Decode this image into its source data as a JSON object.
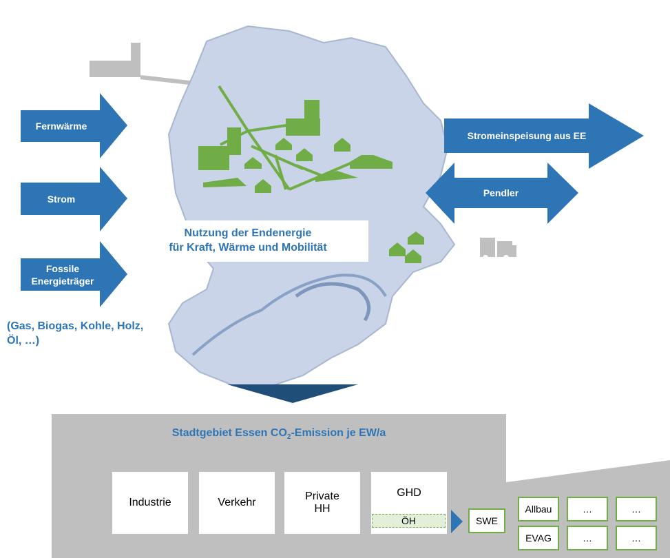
{
  "colors": {
    "arrow": "#2e75b6",
    "green": "#70ad47",
    "gray": "#bfbfbf",
    "map": "#c8d2e6"
  },
  "inputs": [
    {
      "label": "Fernwärme"
    },
    {
      "label": "Strom"
    },
    {
      "label": "Fossile Energieträger"
    }
  ],
  "fossil_examples": "(Gas, Biogas, Kohle, Holz, Öl, …)",
  "outputs": {
    "feed_in": "Stromeinspeisung aus EE",
    "commuters": "Pendler"
  },
  "center_label": {
    "line1": "Nutzung der Endenergie",
    "line2": "für Kraft, Wärme und Mobilität"
  },
  "emissions": {
    "title_pre": "Stadtgebiet Essen CO",
    "title_sub": "2",
    "title_post": "-Emission je EW/a",
    "sectors": [
      {
        "label": "Industrie"
      },
      {
        "label": "Verkehr"
      },
      {
        "label": "Private HH"
      },
      {
        "label": "GHD"
      }
    ],
    "ghd_sub": "ÖH",
    "swe": "SWE",
    "companies": [
      "Allbau",
      "…",
      "…",
      "EVAG",
      "…",
      "…"
    ]
  }
}
